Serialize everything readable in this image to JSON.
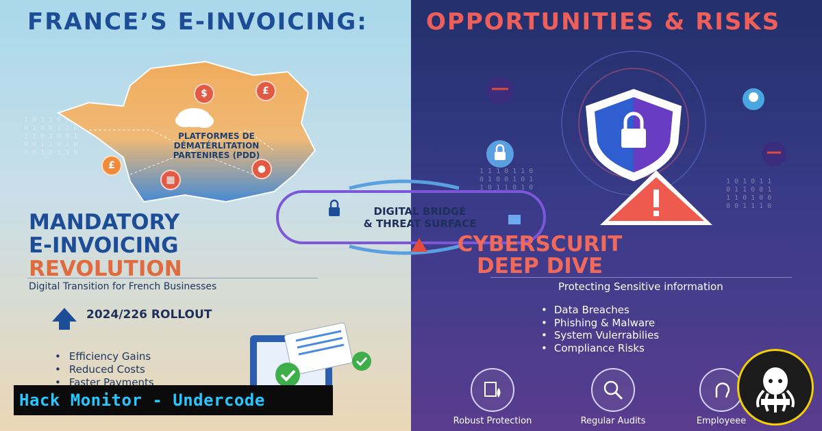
{
  "header": {
    "title_left": "FRANCE’S E-INVOICING:",
    "title_right": "OPPORTUNITIES & RISKS"
  },
  "map": {
    "label_line1": "PLATFORMES DE",
    "label_line2": "DÉMATÉRLITATION",
    "label_line3": "PARTENIRES (PDD)",
    "badge_dollar": "$",
    "badge_pound": "£",
    "badge_euro": "£"
  },
  "bridge": {
    "line1": "DIGITAL BRIDGE",
    "line2": "& THREAT SURFACE"
  },
  "left": {
    "heading_line1": "MANDATORY",
    "heading_line2": "E-INVOICING",
    "heading_line3": "REVOLUTION",
    "subtitle": "Digital Transition for French Businesses",
    "rollout": "2024/226 ROLLOUT",
    "benefits": [
      "Efficiency Gains",
      "Reduced Costs",
      "Faster Payments"
    ]
  },
  "right": {
    "heading_line1": "CYBERSCURIT",
    "heading_line2": "DEEP DIVE",
    "subtitle": "Protecting Sensitive information",
    "risks": [
      "Data Breaches",
      "Phishing & Malware",
      "System Vulerrabilies",
      "Compliance Risks"
    ],
    "features": [
      "Robust Protection",
      "Regular Audits",
      "Employeee"
    ]
  },
  "banner": {
    "text": "Hack Monitor - Undercode"
  },
  "colors": {
    "blue_heading": "#1d4d97",
    "orange_accent": "#e06b3f",
    "coral_heading": "#ef6a5a",
    "left_bg_top": "#a9d8ea",
    "right_bg_top": "#22306b",
    "banner_text": "#26c7ff",
    "logo_ring": "#f3d000"
  },
  "icons": [
    "cloud-icon",
    "lock-icon",
    "shield-lock-icon",
    "warning-icon",
    "skull-icon",
    "hacker-icon",
    "document-icon",
    "checkmark-icon",
    "upload-arrow-icon",
    "octopus-logo"
  ]
}
